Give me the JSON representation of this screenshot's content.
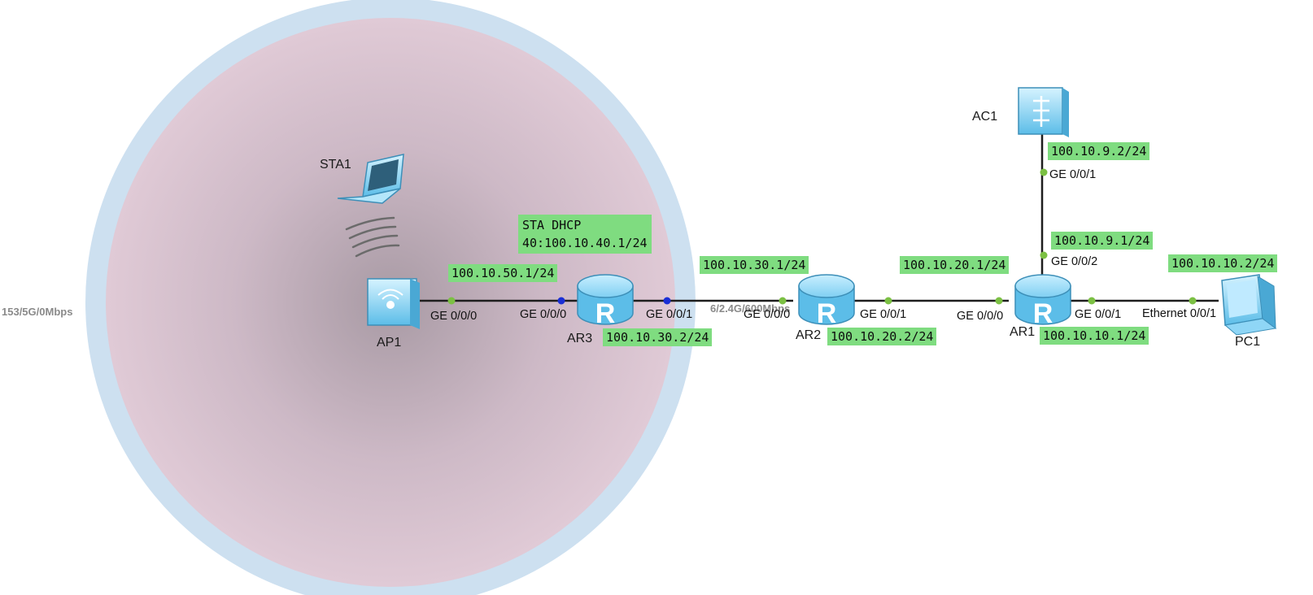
{
  "coverage": {
    "label": "153/5G/0Mbps",
    "overlap_label": "6/2.4G/600Mbps"
  },
  "devices": {
    "ap1": {
      "name": "AP1",
      "type": "access-point"
    },
    "sta1": {
      "name": "STA1",
      "type": "wireless-station"
    },
    "ar3": {
      "name": "AR3",
      "type": "router"
    },
    "ar2": {
      "name": "AR2",
      "type": "router"
    },
    "ar1": {
      "name": "AR1",
      "type": "router"
    },
    "ac1": {
      "name": "AC1",
      "type": "access-controller"
    },
    "pc1": {
      "name": "PC1",
      "type": "pc"
    }
  },
  "ports": {
    "ap1_ge000": "GE 0/0/0",
    "ar3_ge000": "GE 0/0/0",
    "ar3_ge001": "GE 0/0/1",
    "ar2_ge000": "GE 0/0/0",
    "ar2_ge001": "GE 0/0/1",
    "ar1_ge000": "GE 0/0/0",
    "ar1_ge001": "GE 0/0/1",
    "ar1_ge002": "GE 0/0/2",
    "ac1_ge001": "GE 0/0/1",
    "pc1_eth001": "Ethernet 0/0/1"
  },
  "ip_labels": {
    "ar3_ge000": "100.10.50.1/24",
    "ar3_dhcp_line1": "STA DHCP",
    "ar3_dhcp_line2": "40:100.10.40.1/24",
    "ar3_ge001": "100.10.30.2/24",
    "ar2_ge000": "100.10.30.1/24",
    "ar2_ge001": "100.10.20.2/24",
    "ar1_ge000": "100.10.20.1/24",
    "ar1_ge001": "100.10.10.1/24",
    "ar1_ge002": "100.10.9.1/24",
    "ac1_ge001": "100.10.9.2/24",
    "pc1_eth001": "100.10.10.2/24"
  },
  "colors": {
    "coverage_outer": "#cde0f0",
    "coverage_inner": "#e0cad6",
    "coverage_center": "#a89aa4",
    "link": "#1e1e1e",
    "port_dot_green": "#7bc043",
    "port_dot_blue": "#1a2fd6",
    "ip_label_bg": "#7fdc80",
    "device_blue": "#8fd6f6"
  }
}
